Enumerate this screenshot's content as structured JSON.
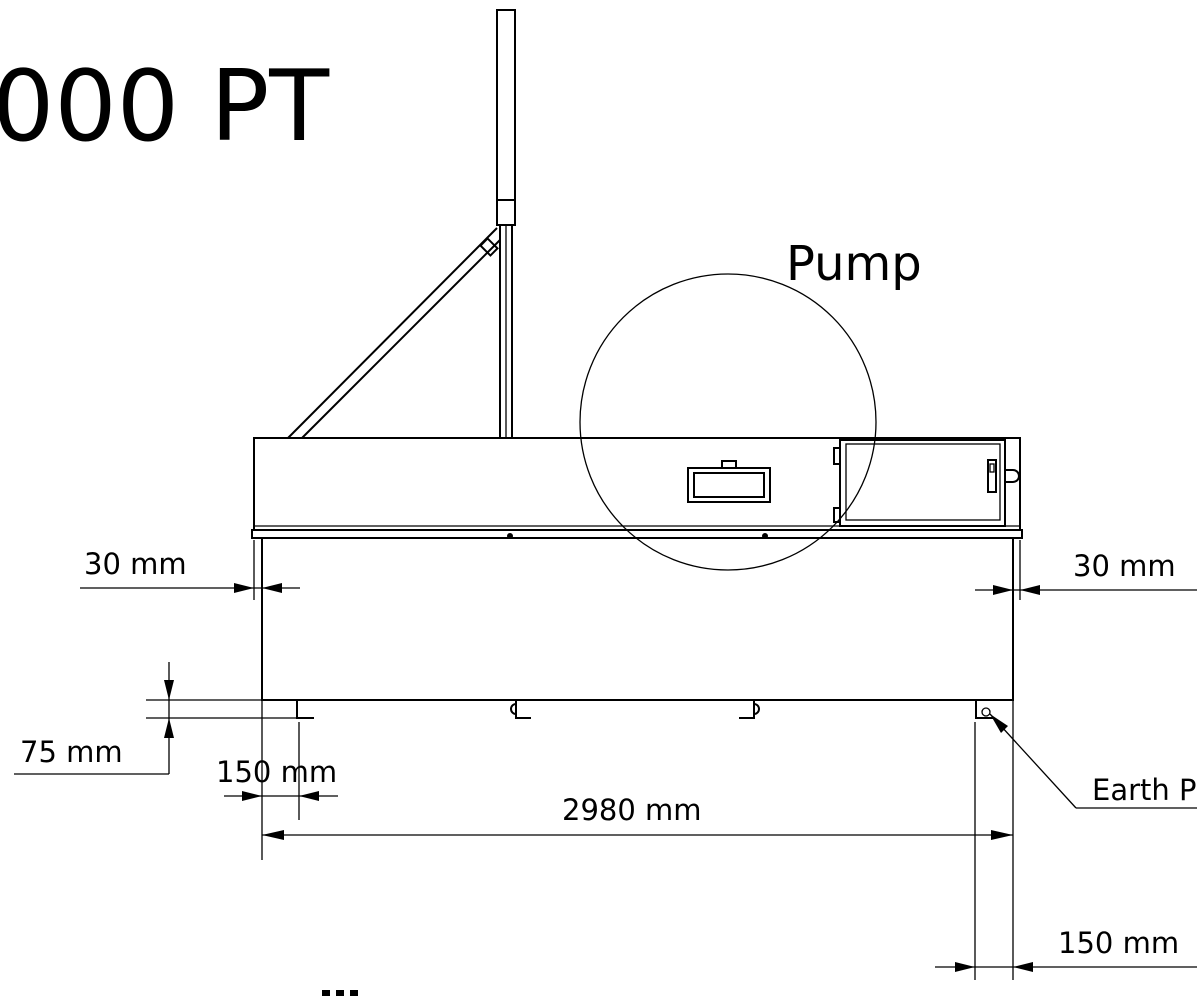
{
  "drawing": {
    "title": "000 PT",
    "callouts": {
      "pump": "Pump",
      "earth": "Earth P"
    },
    "dimensions": {
      "offset_left": "30 mm",
      "offset_right": "30 mm",
      "foot_height": "75 mm",
      "foot_inset_left": "150 mm",
      "overall_length": "2980 mm",
      "foot_inset_right": "150 mm"
    },
    "line_color": "#000000",
    "background": "#ffffff"
  }
}
